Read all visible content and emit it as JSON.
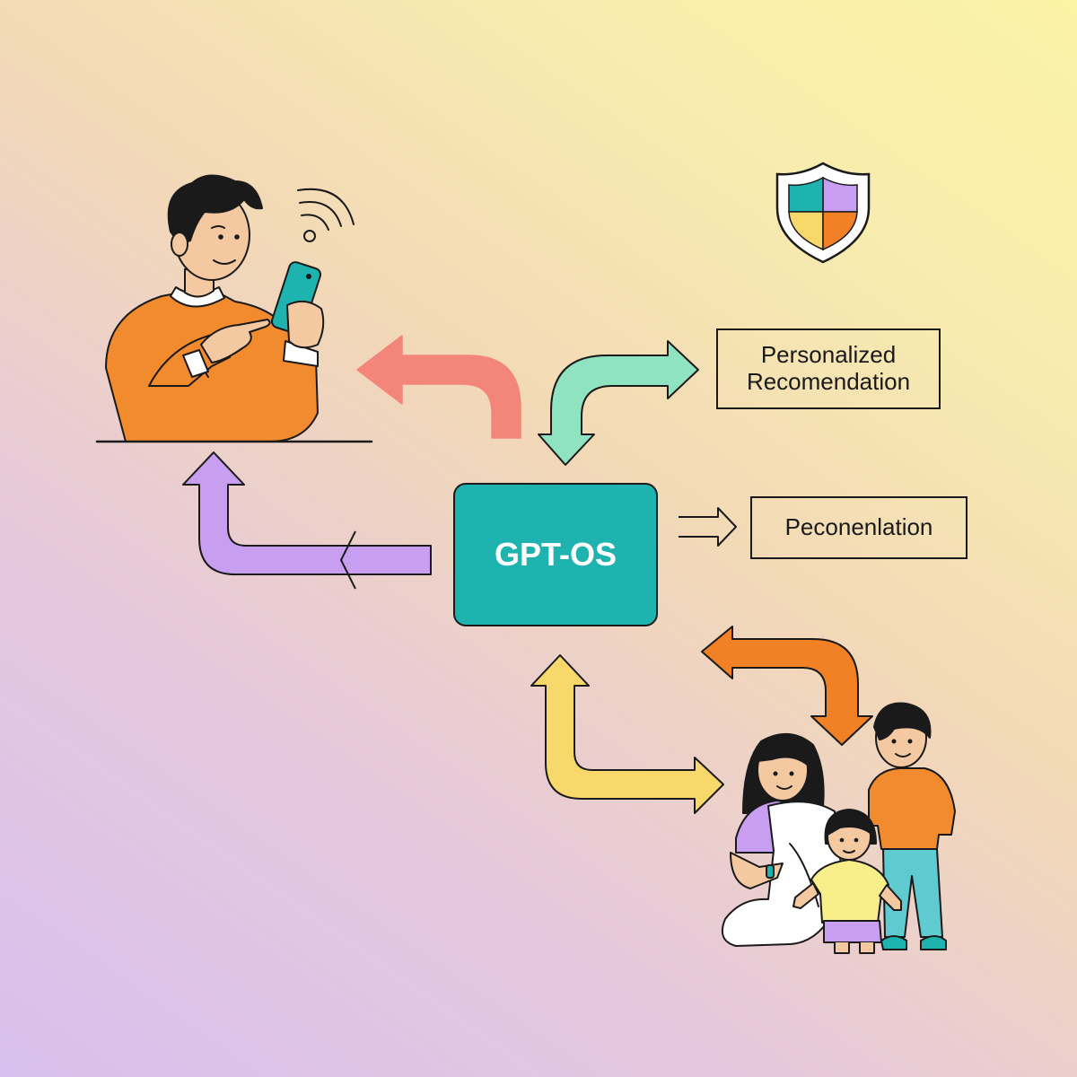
{
  "core": {
    "label": "GPT-OS"
  },
  "labels": {
    "personalized_line1": "Personalized",
    "personalized_line2": "Recomendation",
    "peconenlation": "Peconenlation"
  },
  "colors": {
    "core": "#1fb3b0",
    "arrow_red": "#f4857a",
    "arrow_green": "#8fe3c0",
    "arrow_purple": "#c79ef0",
    "arrow_orange": "#f28024",
    "arrow_yellow": "#f8d86a",
    "shirt_orange": "#f28a2e",
    "outline": "#1a1a1a"
  },
  "icons": [
    "wifi-icon",
    "shield-icon",
    "double-arrow-icon"
  ],
  "people": [
    "person-with-phone",
    "mother",
    "daughter",
    "son"
  ]
}
